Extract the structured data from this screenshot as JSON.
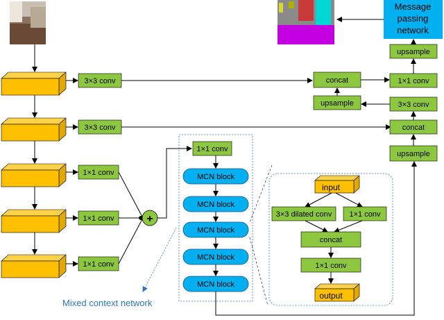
{
  "diagram": {
    "labels": {
      "conv3_a": "3×3 conv",
      "conv3_b": "3×3 conv",
      "conv1_a": "1×1 conv",
      "conv1_b": "1×1 conv",
      "conv1_c": "1×1 conv",
      "plus": "+",
      "mcn_entry": "1×1 conv",
      "mcn_blocks": [
        "MCN block",
        "MCN block",
        "MCN block",
        "MCN block",
        "MCN block"
      ],
      "mixed_context": "Mixed context network",
      "detail_input": "input",
      "detail_dilated": "3×3 dilated conv",
      "detail_conv1": "1×1 conv",
      "detail_concat": "concat",
      "detail_conv1_b": "1×1 conv",
      "detail_output": "output",
      "concat_top": "concat",
      "upsample_mid": "upsample",
      "conv3_right": "3×3 conv",
      "conv1_right": "1×1 conv",
      "upsample_top": "upsample",
      "concat_right": "concat",
      "upsample_right": "upsample",
      "message_passing": [
        "Message",
        "passing",
        "network"
      ]
    },
    "colors": {
      "green": "#8dc63f",
      "orange": "#ffc000",
      "cyan": "#00b0f0",
      "blue_text": "#2e75b6"
    }
  }
}
